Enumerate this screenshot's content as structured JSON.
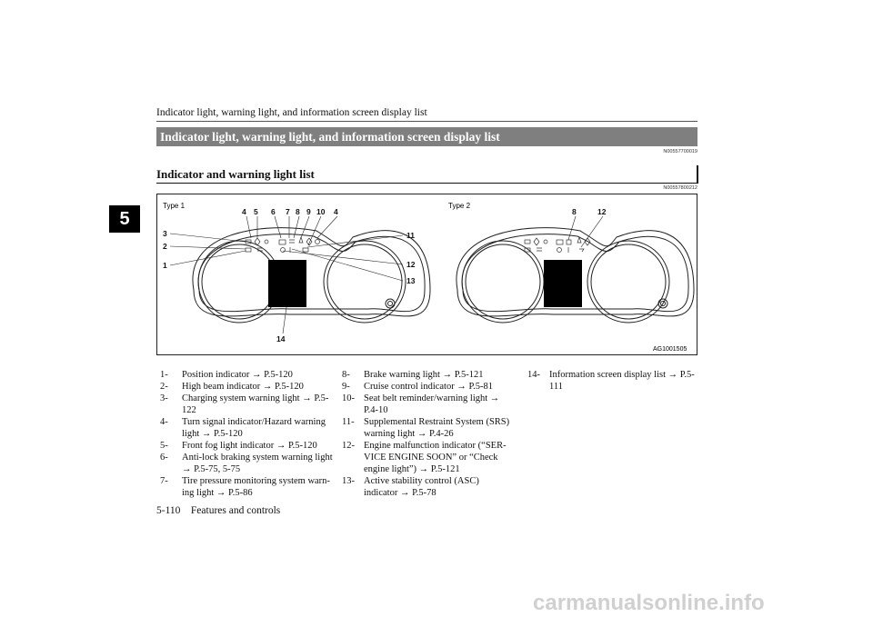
{
  "running_header": "Indicator light, warning light, and information screen display list",
  "chapter_number": "5",
  "section_title": "Indicator light, warning light, and information screen display list",
  "section_code": "N00557700019",
  "subsection_title": "Indicator and warning light list",
  "subsection_code": "N00557800212",
  "figure": {
    "type1_label": "Type 1",
    "type2_label": "Type 2",
    "figure_id": "AG1001505",
    "callouts_type1": [
      "4",
      "5",
      "6",
      "7",
      "8",
      "9",
      "10",
      "4",
      "3",
      "2",
      "1",
      "11",
      "12",
      "13",
      "14"
    ],
    "callouts_type2": [
      "8",
      "12"
    ]
  },
  "list_col1": [
    {
      "num": "1-",
      "text": "Position indicator → P.5-120"
    },
    {
      "num": "2-",
      "text": "High beam indicator → P.5-120"
    },
    {
      "num": "3-",
      "text": "Charging system warning light → P.5-122"
    },
    {
      "num": "4-",
      "text": "Turn signal indicator/Hazard warning light → P.5-120"
    },
    {
      "num": "5-",
      "text": "Front fog light indicator → P.5-120"
    },
    {
      "num": "6-",
      "text": "Anti-lock braking system warning light → P.5-75, 5-75"
    },
    {
      "num": "7-",
      "text": "Tire pressure monitoring system warn-ing light → P.5-86"
    }
  ],
  "list_col2": [
    {
      "num": "8-",
      "text": "Brake warning light → P.5-121"
    },
    {
      "num": "9-",
      "text": "Cruise control indicator → P.5-81"
    },
    {
      "num": "10-",
      "text": "Seat belt reminder/warning light → P.4-10"
    },
    {
      "num": "11-",
      "text": "Supplemental Restraint System (SRS) warning light → P.4-26"
    },
    {
      "num": "12-",
      "text": "Engine malfunction indicator (“SER-VICE ENGINE SOON” or “Check engine light”) → P.5-121"
    },
    {
      "num": "13-",
      "text": "Active stability control (ASC) indicator → P.5-78"
    }
  ],
  "list_col3": [
    {
      "num": "14-",
      "text": "Information screen display list → P.5-111"
    }
  ],
  "footer": "5-110    Features and controls",
  "watermark": "carmanualsonline.info"
}
